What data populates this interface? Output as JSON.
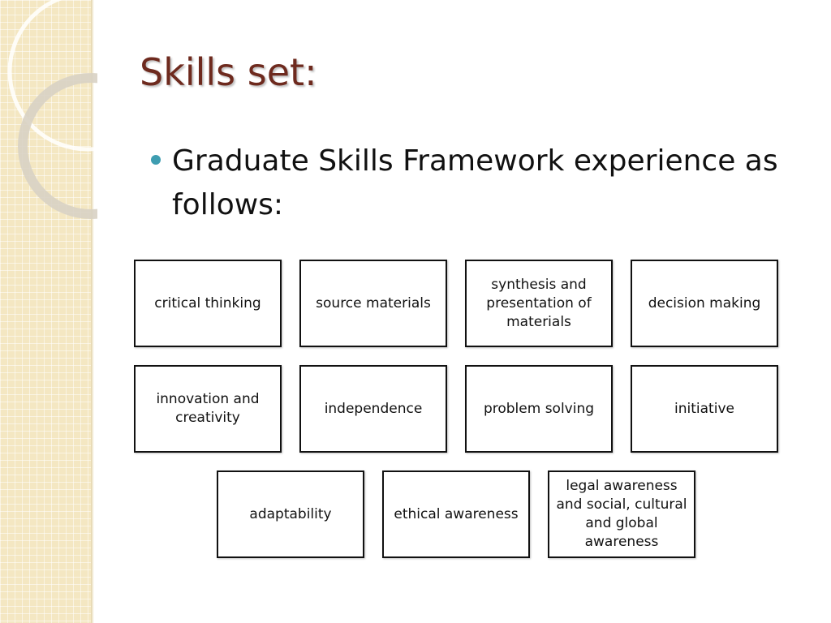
{
  "slide": {
    "title": "Skills set:",
    "bullet": "Graduate Skills Framework experience as follows:"
  },
  "theme": {
    "title_color": "#6e2a1e",
    "bullet_color": "#3e9db1",
    "stripe_color": "#f4e7c2"
  },
  "skills": {
    "rows": [
      [
        "critical thinking",
        "source materials",
        "synthesis and presentation of materials",
        "decision making"
      ],
      [
        "innovation and creativity",
        "independence",
        "problem solving",
        "initiative"
      ],
      [
        "adaptability",
        "ethical awareness",
        "legal awareness and social, cultural and global awareness"
      ]
    ]
  }
}
